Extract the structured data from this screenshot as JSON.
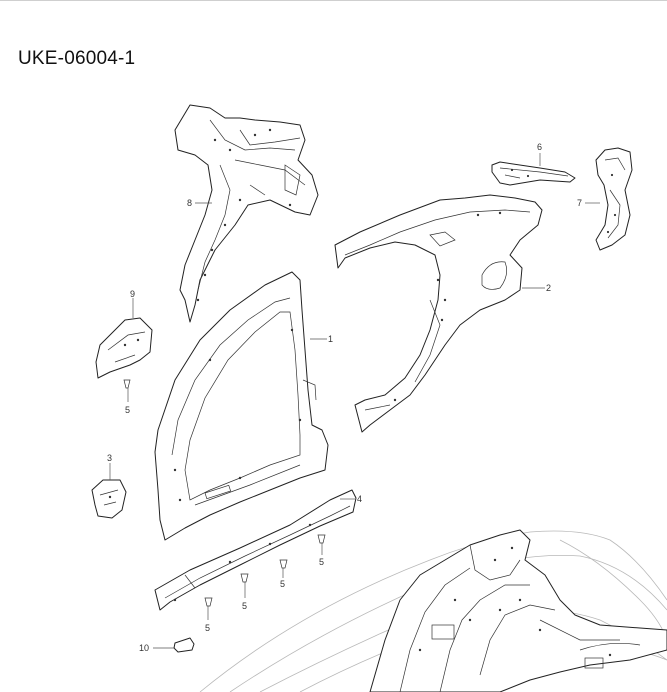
{
  "diagram": {
    "id": "UKE-06004-1",
    "callouts": [
      "1",
      "2",
      "3",
      "4",
      "5",
      "5",
      "5",
      "5",
      "5",
      "6",
      "7",
      "8",
      "9",
      "10"
    ]
  }
}
